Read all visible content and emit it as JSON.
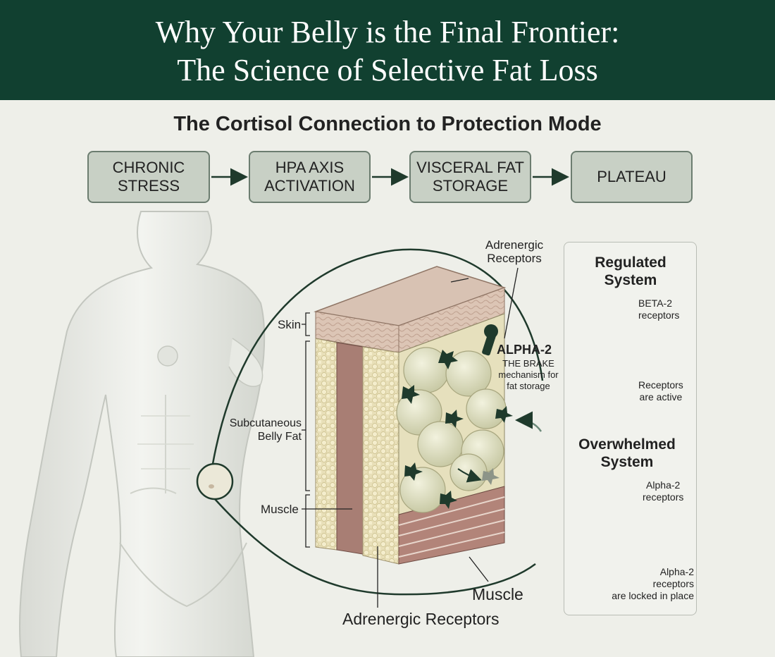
{
  "header": {
    "title_line1": "Why Your Belly is the Final Frontier:",
    "title_line2": "The Science of Selective Fat Loss"
  },
  "flow": {
    "title": "The Cortisol Connection to Protection Mode",
    "steps": [
      "CHRONIC\nSTRESS",
      "HPA AXIS\nACTIVATION",
      "VISCERAL FAT\nSTORAGE",
      "PLATEAU"
    ]
  },
  "cross_section": {
    "adrenergic_top": "Adrenergic\nReceptors",
    "skin": "Skin",
    "subcutaneous": "Subcutaneous\nBelly Fat",
    "muscle_left": "Muscle",
    "muscle_bottom": "Muscle",
    "adrenergic_bottom": "Adrenergic Receptors",
    "alpha2_title": "ALPHA-2",
    "alpha2_desc": "THE BRAKE\nmechanism for\nfat storage"
  },
  "panel": {
    "regulated_title": "Regulated\nSystem",
    "beta2_label": "BETA-2\nreceptors",
    "active_label": "Receptors\nare active",
    "overwhelmed_title": "Overwhelmed\nSystem",
    "alpha2_label": "Alpha-2\nreceptors",
    "locked_label": "Alpha-2\nreceptors\nare locked in place"
  },
  "colors": {
    "header_bg": "#114030",
    "accent_dark_green": "#1f3a2c",
    "box_fill": "#c8d0c5",
    "fat_cell": "#dcdcc0",
    "skin": "#d6c0b0",
    "muscle": "#a87e74"
  }
}
